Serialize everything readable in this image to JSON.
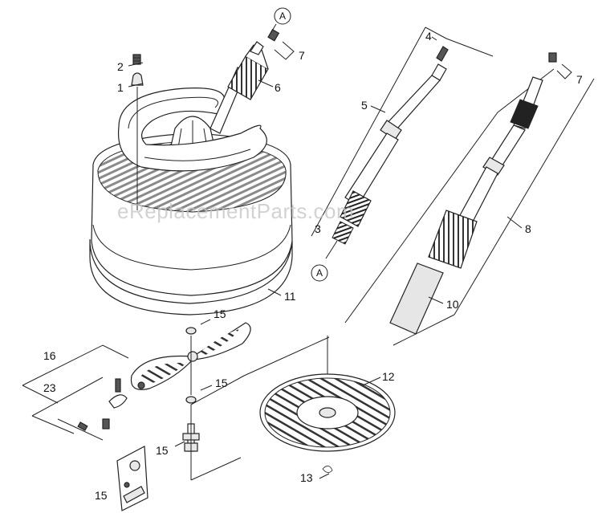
{
  "watermark": "eReplacementParts.com",
  "callouts": {
    "a_top": "A",
    "a_bottom": "A"
  },
  "parts": [
    {
      "label": "1"
    },
    {
      "label": "2"
    },
    {
      "label": "3"
    },
    {
      "label": "4"
    },
    {
      "label": "5"
    },
    {
      "label": "6"
    },
    {
      "label": "7"
    },
    {
      "label": "7"
    },
    {
      "label": "8"
    },
    {
      "label": "10"
    },
    {
      "label": "11"
    },
    {
      "label": "12"
    },
    {
      "label": "13"
    },
    {
      "label": "15"
    },
    {
      "label": "15"
    },
    {
      "label": "15"
    },
    {
      "label": "15"
    },
    {
      "label": "16"
    },
    {
      "label": "23"
    }
  ]
}
